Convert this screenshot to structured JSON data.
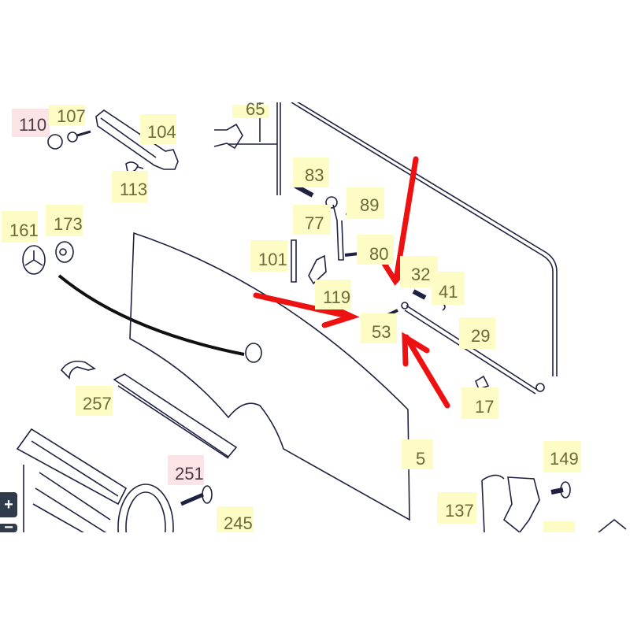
{
  "diagram": {
    "callouts": {
      "c110": "110",
      "c107": "107",
      "c104": "104",
      "c113": "113",
      "c65": "65",
      "c83": "83",
      "c89": "89",
      "c77": "77",
      "c101": "101",
      "c80": "80",
      "c32": "32",
      "c41": "41",
      "c119": "119",
      "c53": "53",
      "c29": "29",
      "c17": "17",
      "c161": "161",
      "c173": "173",
      "c257": "257",
      "c5": "5",
      "c149": "149",
      "c251": "251",
      "c245": "245",
      "c137": "137"
    },
    "colors": {
      "callout_yellow": "#fdfcc4",
      "callout_pink": "#fbe3e6",
      "line": "#1f2140",
      "arrow_red": "#ee1111"
    }
  },
  "viewer": {
    "zoom_in_label": "+",
    "zoom_out_label": "−"
  }
}
